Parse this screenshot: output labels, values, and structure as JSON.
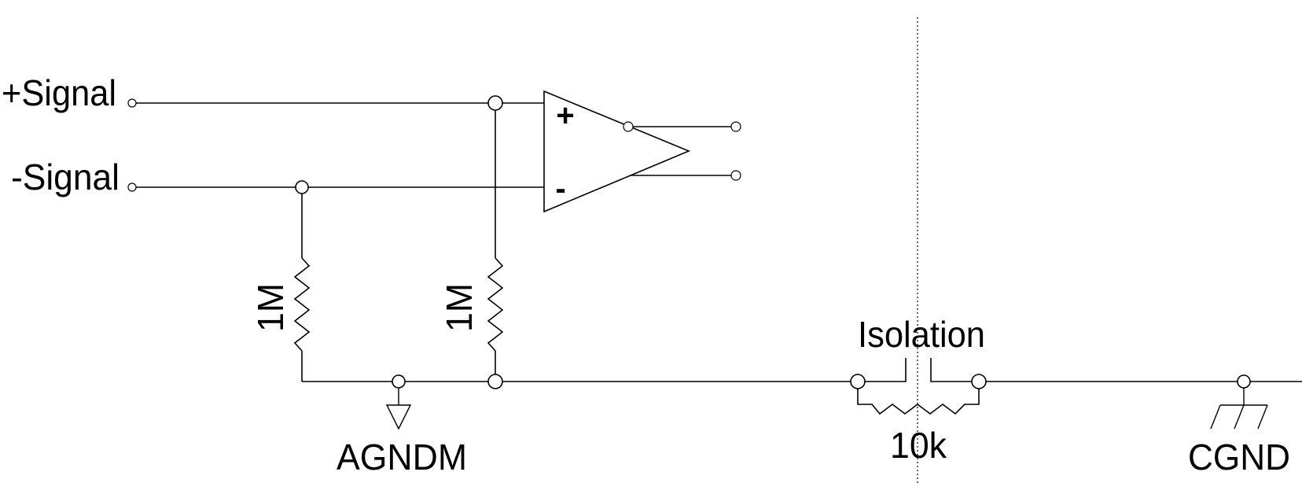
{
  "labels": {
    "plus_signal": "+Signal",
    "minus_signal": "-Signal",
    "opamp_plus": "+",
    "opamp_minus": "-",
    "r1": "1M",
    "r2": "1M",
    "agndm": "AGNDM",
    "isolation": "Isolation",
    "r_iso": "10k",
    "cgnd": "CGND"
  }
}
